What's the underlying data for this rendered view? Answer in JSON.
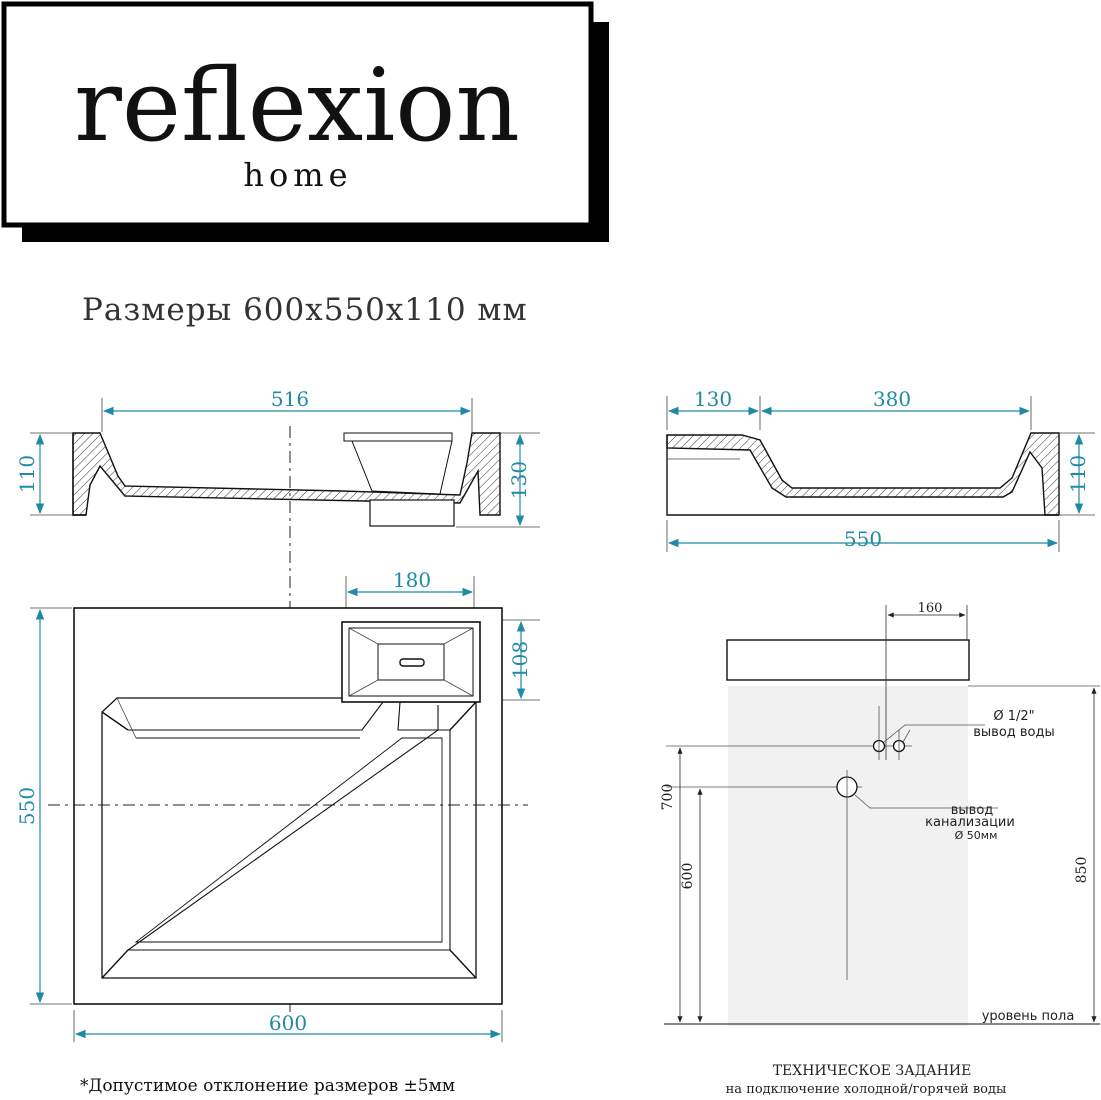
{
  "logo": {
    "brand": "reflexion",
    "sub": "home"
  },
  "title": "Размеры 600x550x110 мм",
  "front_view": {
    "width": "516",
    "height_left": "110",
    "height_right": "130"
  },
  "top_view": {
    "overflow_width": "180",
    "overflow_height": "108",
    "depth": "550",
    "width": "600"
  },
  "side_view": {
    "ledge": "130",
    "bowl": "380",
    "height": "110",
    "depth": "550"
  },
  "install": {
    "drain_offset": "160",
    "water_label_1": "Ø 1/2\"",
    "water_label_2": "вывод воды",
    "sewer_label_1": "вывод",
    "sewer_label_2": "канализации",
    "sewer_label_3": "Ø 50мм",
    "h700": "700",
    "h600": "600",
    "h850": "850",
    "floor": "уровень пола"
  },
  "footnote": "*Допустимое отклонение размеров ±5мм",
  "tech_title": "ТЕХНИЧЕСКОЕ ЗАДАНИЕ",
  "tech_sub": "на подключение холодной/горячей воды"
}
